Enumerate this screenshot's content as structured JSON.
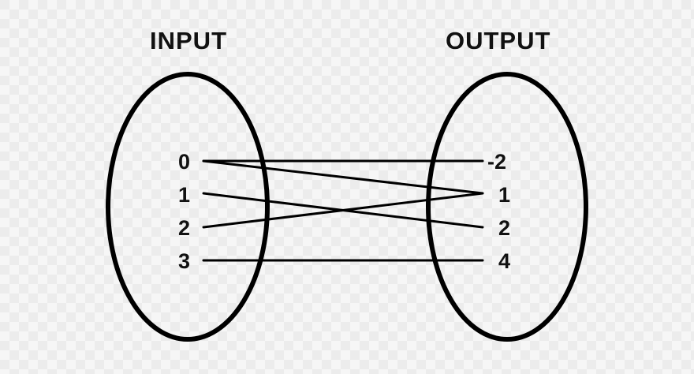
{
  "input_set": {
    "title": "INPUT",
    "values": [
      "0",
      "1",
      "2",
      "3"
    ]
  },
  "output_set": {
    "title": "OUTPUT",
    "values": [
      "-2",
      "1",
      "2",
      "4"
    ]
  },
  "mapping": [
    {
      "from": "0",
      "to": "-2"
    },
    {
      "from": "0",
      "to": "1"
    },
    {
      "from": "1",
      "to": "2"
    },
    {
      "from": "2",
      "to": "1"
    },
    {
      "from": "3",
      "to": "4"
    }
  ],
  "colors": {
    "stroke": "#000000",
    "text": "#111111"
  }
}
